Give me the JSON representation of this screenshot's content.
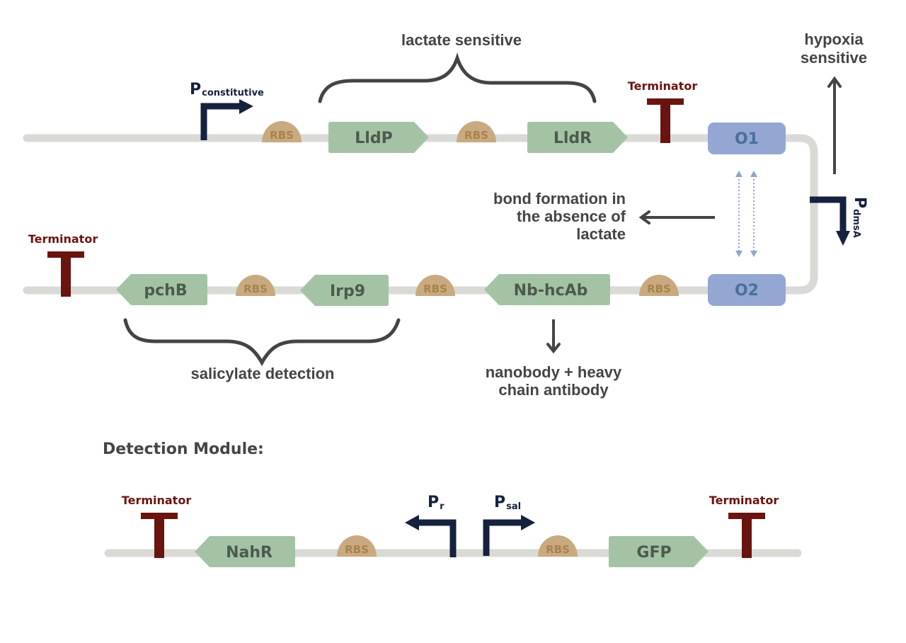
{
  "colors": {
    "backbone": "#d9dad5",
    "gene_fill": "#a4c3a5",
    "gene_text": "#4d5a4d",
    "rbs_fill": "#c9a97f",
    "rbs_text": "#a8834b",
    "operator_fill": "#93a7d2",
    "operator_text": "#4a6f9a",
    "terminator": "#6a1410",
    "promoter": "#15213d",
    "annotation": "#444444",
    "dotted_arrow": "#8fa4cf"
  },
  "main_circuit": {
    "top_row": {
      "promoter": {
        "label": "P",
        "subscript": "constitutive"
      },
      "rbs_1": "RBS",
      "gene_1": "LldP",
      "rbs_2": "RBS",
      "gene_2": "LldR",
      "terminator": "Terminator",
      "operator": "O1"
    },
    "bottom_row": {
      "terminator": "Terminator",
      "gene_1": "pchB",
      "rbs_1": "RBS",
      "gene_2": "Irp9",
      "rbs_2": "RBS",
      "gene_3": "Nb-hcAb",
      "rbs_3": "RBS",
      "operator": "O2"
    },
    "side_promoter": {
      "label": "P",
      "subscript": "dmsA"
    },
    "annotations": {
      "lactate_brace": "lactate sensitive",
      "hypoxia_1": "hypoxia",
      "hypoxia_2": "sensitive",
      "bond_1": "bond formation in",
      "bond_2": "the absence of",
      "bond_3": "lactate",
      "salicylate_brace": "salicylate detection",
      "product_1": "nanobody + heavy",
      "product_2": "chain antibody"
    }
  },
  "detection_module": {
    "title": "Detection Module:",
    "terminator_left": "Terminator",
    "gene_left": "NahR",
    "rbs_left": "RBS",
    "promoter_r": {
      "label": "P",
      "subscript": "r"
    },
    "promoter_sal": {
      "label": "P",
      "subscript": "sal"
    },
    "rbs_right": "RBS",
    "gene_right": "GFP",
    "terminator_right": "Terminator"
  }
}
